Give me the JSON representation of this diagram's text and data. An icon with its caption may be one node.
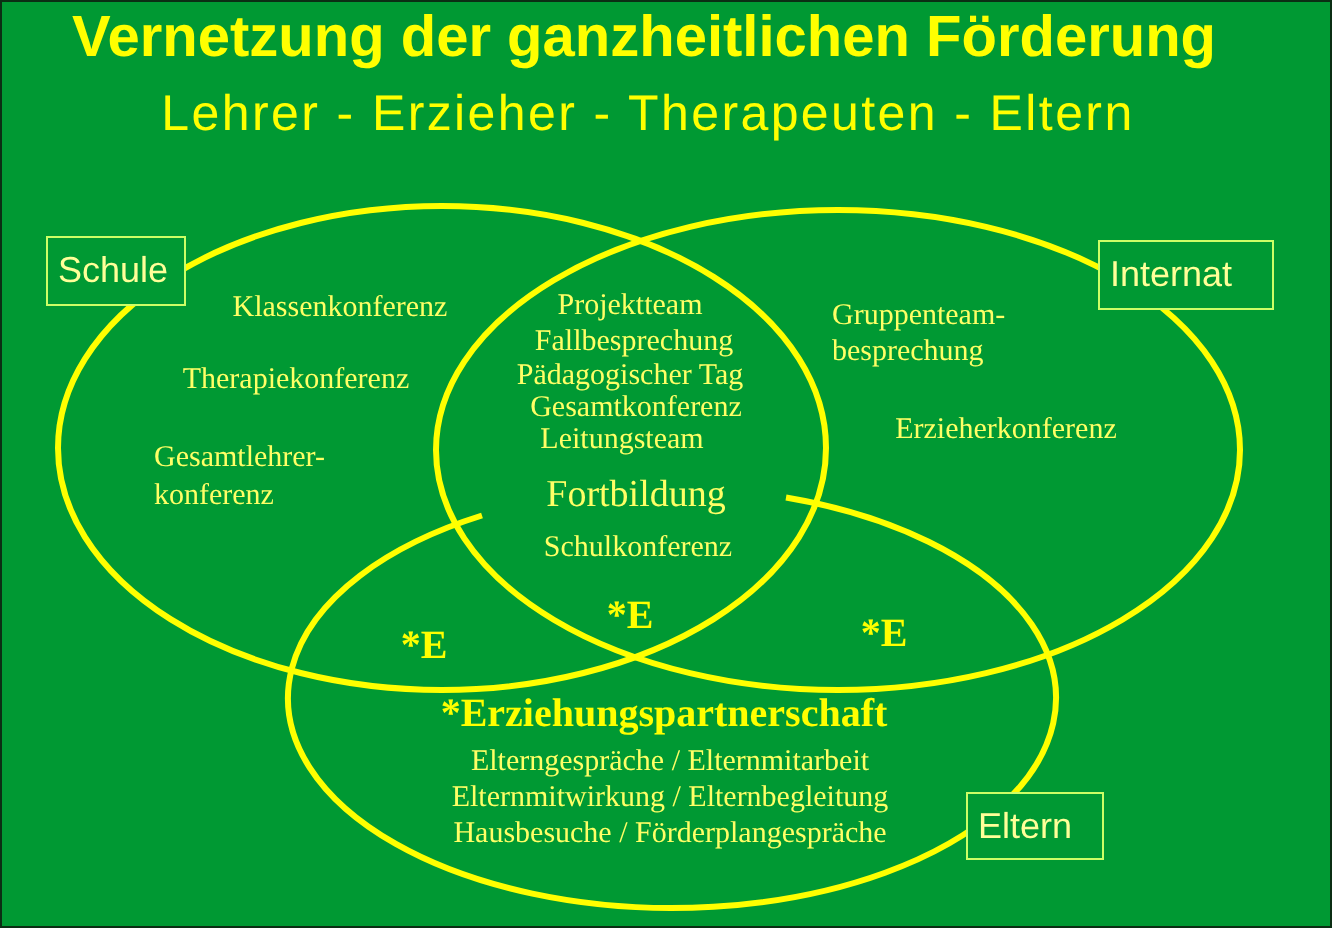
{
  "diagram": {
    "title": "Vernetzung der ganzheitlichen Förderung",
    "nodes": [
      {
        "text": [
          "Schule"
        ]
      },
      {
        "text": [
          "Internat"
        ]
      },
      {
        "text": [
          "Eltern"
        ]
      }
    ],
    "labels": [
      "Lehrer - Erzieher - Therapeuten - Eltern",
      "Klassenkonferenz",
      "Therapiekonferenz",
      "Gesamtlehrer- konferenz",
      "Projektteam",
      "Fallbesprechung",
      "Pädagogischer Tag",
      "Gesamtkonferenz",
      "Leitungsteam",
      "Fortbildung",
      "Schulkonferenz",
      "Gruppenteam- besprechung",
      "Erzieherkonferenz",
      "*E",
      "*E",
      "*E",
      "*Erziehungspartnerschaft",
      "Elterngespräche / Elternmitarbeit",
      "Elternmitwirkung / Elternbegleitung",
      "Hausbesuche / Förderplangespräche"
    ]
  }
}
